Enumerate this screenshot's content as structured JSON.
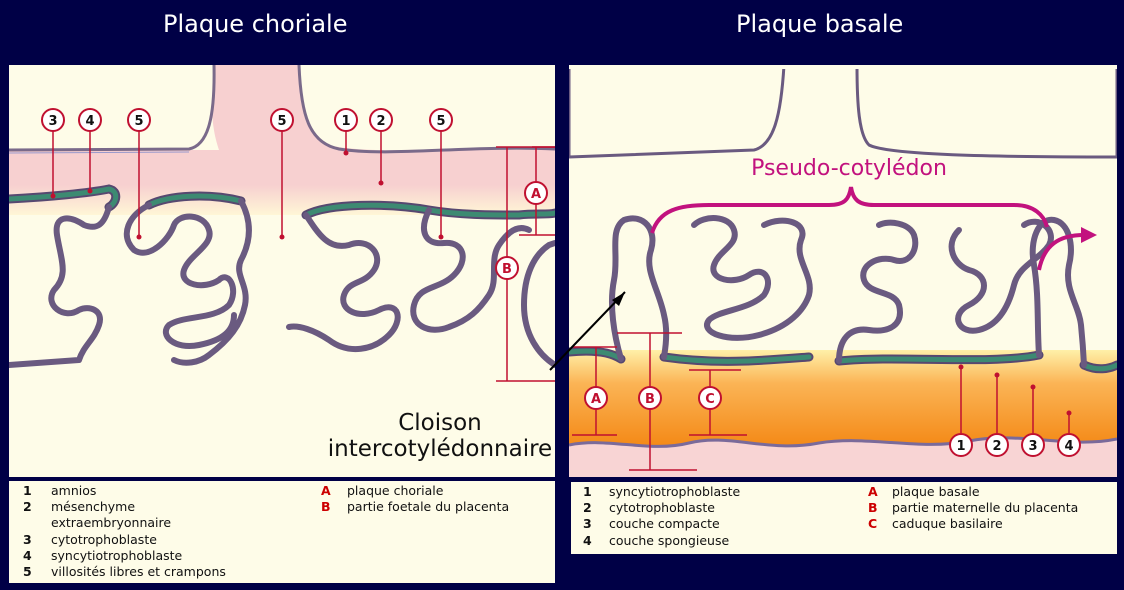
{
  "titles": {
    "left": "Plaque choriale",
    "right": "Plaque basale"
  },
  "left_panel": {
    "markers": [
      "3",
      "4",
      "5",
      "5",
      "1",
      "2",
      "5"
    ],
    "letters": [
      "A",
      "B"
    ]
  },
  "right_panel": {
    "pseudo_label": "Pseudo-cotylédon",
    "letters": [
      "A",
      "B",
      "C"
    ],
    "markers": [
      "1",
      "2",
      "3",
      "4"
    ]
  },
  "cloison": {
    "line1": "Cloison",
    "line2": "intercotylédonnaire"
  },
  "legend_left": {
    "items": [
      {
        "num": "1",
        "text": "amnios"
      },
      {
        "num": "2",
        "text": "mésenchyme"
      },
      {
        "num": "",
        "text": "extraembryonnaire"
      },
      {
        "num": "3",
        "text": "cytotrophoblaste"
      },
      {
        "num": "4",
        "text": "syncytiotrophoblaste"
      },
      {
        "num": "5",
        "text": "villosités libres et crampons"
      }
    ],
    "letters": [
      {
        "num": "A",
        "text": "plaque choriale"
      },
      {
        "num": "B",
        "text": "partie foetale du placenta"
      }
    ]
  },
  "legend_right": {
    "items": [
      {
        "num": "1",
        "text": "syncytiotrophoblaste"
      },
      {
        "num": "2",
        "text": "cytotrophoblaste"
      },
      {
        "num": "3",
        "text": "couche compacte"
      },
      {
        "num": "4",
        "text": "couche spongieuse"
      }
    ],
    "letters": [
      {
        "num": "A",
        "text": "plaque basale"
      },
      {
        "num": "B",
        "text": "partie maternelle du placenta"
      },
      {
        "num": "C",
        "text": "caduque basilaire"
      }
    ]
  },
  "colors": {
    "background": "#000046",
    "cream": "#fefce8",
    "pink": "#f8d4d4",
    "villus_fill": "#c8a8c8",
    "membrane_green": "#3d8a72",
    "marker_red": "#c01030",
    "magenta": "#c2127e",
    "orange": "#f49220"
  }
}
